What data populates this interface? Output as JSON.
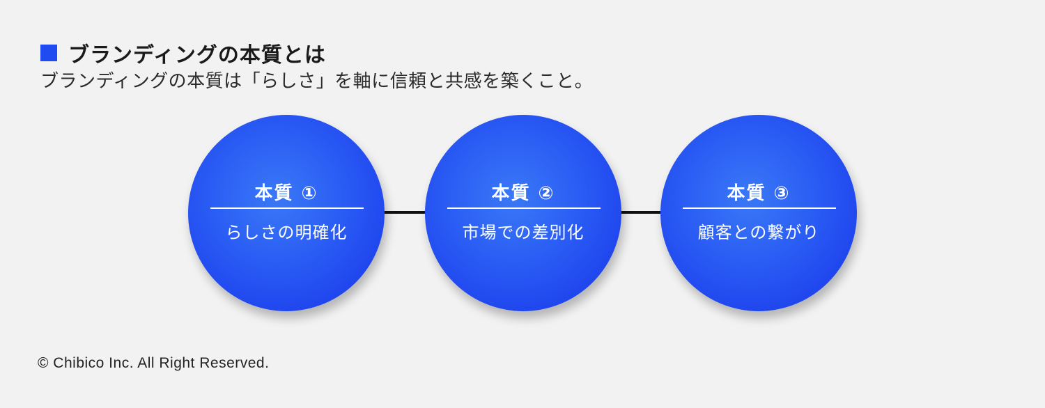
{
  "heading": {
    "title": "ブランディングの本質とは",
    "marker_color": "#1f4bf0"
  },
  "subtitle": "ブランディングの本質は「らしさ」を軸に信頼と共感を築くこと。",
  "diagram": {
    "circle_color": "#1f45ee",
    "nodes": [
      {
        "label": "本質 ①",
        "description": "らしさの明確化"
      },
      {
        "label": "本質 ②",
        "description": "市場での差別化"
      },
      {
        "label": "本質 ③",
        "description": "顧客との繋がり"
      }
    ]
  },
  "footer": {
    "copyright": "© Chibico Inc. All Right Reserved."
  }
}
